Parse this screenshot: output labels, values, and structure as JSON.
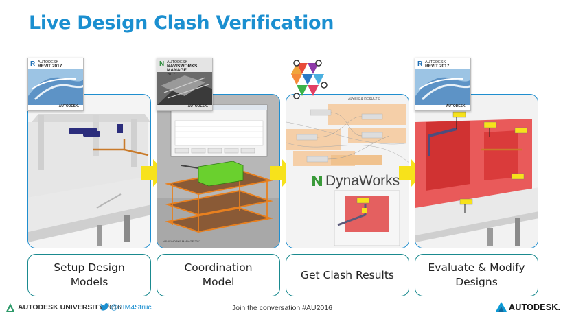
{
  "title": "Live Design Clash Verification",
  "steps": [
    {
      "caption": "Setup Design\nModels",
      "product": "REVIT",
      "product_line1": "AUTODESK",
      "product_line2": "REVIT 2017",
      "product_letter": "R",
      "product_color": "#1f6fb5"
    },
    {
      "caption": "Coordination\nModel",
      "product": "NAVISWORKS",
      "product_line1": "AUTODESK",
      "product_line2": "NAVISWORKS MANAGE",
      "product_line3": "2017",
      "product_letter": "N",
      "product_color": "#2e8b3d"
    },
    {
      "caption": "Get Clash Results",
      "product": "DYNAWORKS",
      "overlay_text": "DynaWorks"
    },
    {
      "caption": "Evaluate & Modify\nDesigns",
      "product": "REVIT",
      "product_line1": "AUTODESK",
      "product_line2": "REVIT 2017",
      "product_letter": "R",
      "product_color": "#1f6fb5"
    }
  ],
  "autodesk_mini": "AUTODESK.",
  "footer": {
    "au_label": "AUTODESK UNIVERSITY",
    "au_year": "2016",
    "twitter_handle": "@BIM4Struc",
    "join_text": "Join the conversation #AU2016",
    "brand": "AUTODESK."
  },
  "colors": {
    "title": "#1b8fd0",
    "panel_border": "#1f8ecf",
    "caption_border": "#1a8a8f",
    "arrow": "#f7e21b",
    "clash_red": "#e33030",
    "navis_green": "#6ad02e",
    "navis_orange": "#d96a1a"
  }
}
